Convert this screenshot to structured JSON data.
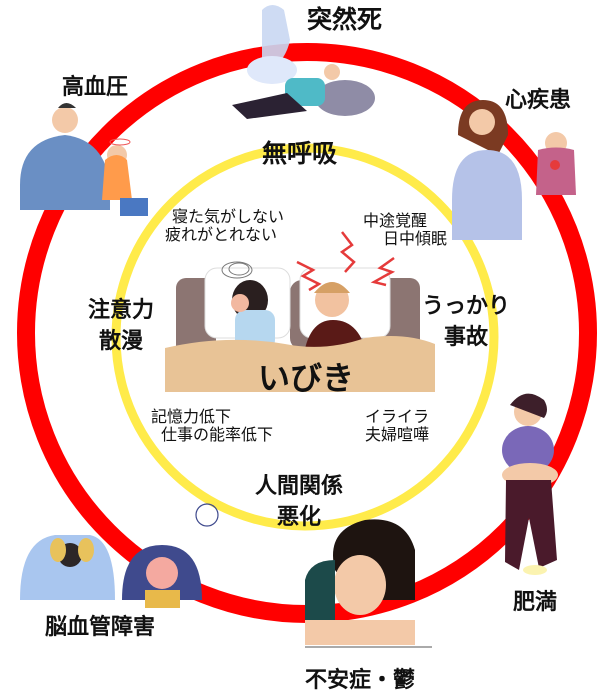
{
  "diagram": {
    "center_label": "いびき",
    "inner_ring_top": "無呼吸",
    "inner_labels": {
      "top_left": [
        "寝た気がしない",
        "疲れがとれない"
      ],
      "top_right": [
        "中途覚醒",
        "日中傾眠"
      ],
      "left": [
        "注意力",
        "散漫"
      ],
      "right": [
        "うっかり",
        "事故"
      ],
      "bottom_left": [
        "記憶力低下",
        "仕事の能率低下"
      ],
      "bottom_right": [
        "イライラ",
        "夫婦喧嘩"
      ],
      "bottom": [
        "人間関係",
        "悪化"
      ]
    },
    "outer_labels": {
      "top": "突然死",
      "top_left": "高血圧",
      "top_right": "心疾患",
      "right": "肥満",
      "bottom": "不安症・鬱",
      "bottom_left": "脳血管障害"
    },
    "colors": {
      "outer_ring": "#ff0000",
      "inner_ring": "#ffeb4a",
      "text": "#111111",
      "blanket": "#e8c396",
      "headboard": "#8c7572"
    },
    "icons": {
      "center": "couple-in-bed-snoring-illustration",
      "top": "sudden-death-ghost-illustration",
      "top_left": "hypertension-man-woman-illustration",
      "top_right": "heart-disease-woman-man-illustration",
      "right": "obese-woman-illustration",
      "bottom": "depressed-woman-illustration",
      "bottom_left": "headache-man-woman-illustration"
    }
  }
}
